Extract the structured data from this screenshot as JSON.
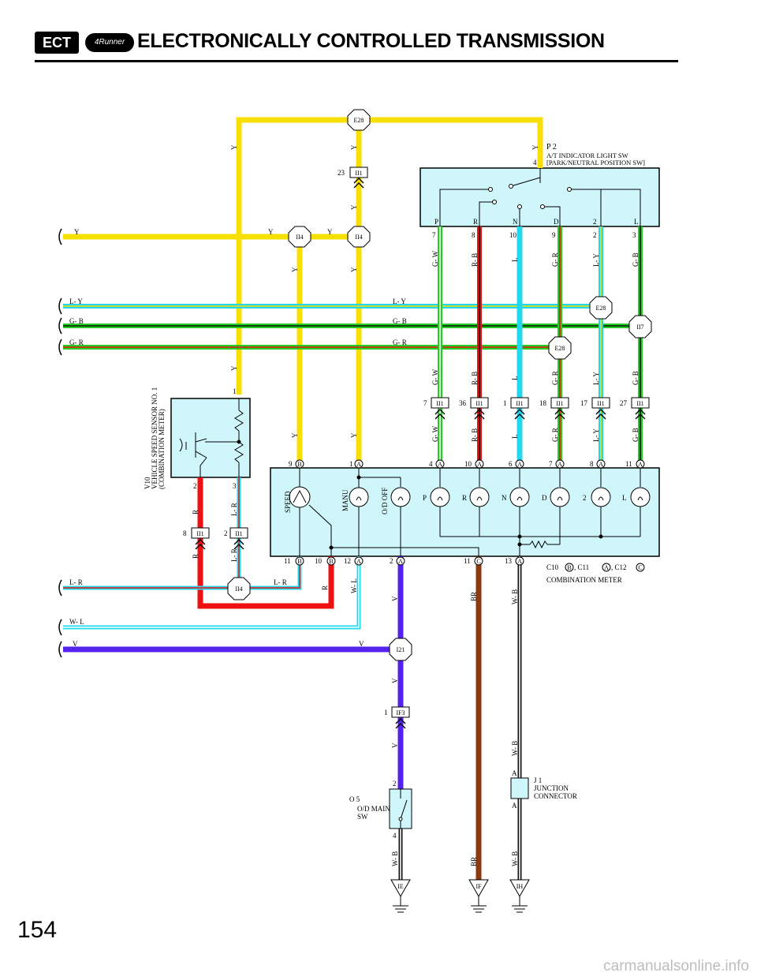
{
  "header": {
    "badge_ect": "ECT",
    "badge_model": "4Runner",
    "title": "ELECTRONICALLY CONTROLLED TRANSMISSION"
  },
  "page_number": "154",
  "watermark": "carmanualsonline.info",
  "colors": {
    "Y": "#f7e000",
    "G": "#22cc22",
    "L": "#22d8ee",
    "R": "#ee1111",
    "V": "#5522ee",
    "BR": "#8b3a0f",
    "W": "#ffffff",
    "B": "#111111",
    "panel": "#cff6fb"
  },
  "connectors": {
    "E28": "E28",
    "II1": "II1",
    "II4": "II4",
    "II7": "II7",
    "I21": "I21",
    "IF3": "IF3",
    "IE": "IE",
    "IF": "IF",
    "IH": "IH",
    "A": "A",
    "B": "B",
    "C": "C"
  },
  "wire_labels": {
    "Y": "Y",
    "LY": "L- Y",
    "GB": "G- B",
    "GR": "G- R",
    "GW": "G- W",
    "RB": "R- B",
    "L": "L",
    "LR": "L- R",
    "R": "R",
    "WL": "W- L",
    "V": "V",
    "BR": "BR",
    "WB": "W- B"
  },
  "components": {
    "p2": {
      "code": "P 2",
      "name": "A/T INDICATOR LIGHT SW",
      "sub": "[PARK/NEUTRAL POSITION SW]",
      "pin_top": "4",
      "positions": [
        "P",
        "R",
        "N",
        "D",
        "2",
        "L"
      ],
      "pins": [
        "7",
        "8",
        "10",
        "9",
        "2",
        "3"
      ]
    },
    "v10": {
      "code": "V10",
      "name": "VEHICLE SPEED SENSOR NO. 1",
      "sub": "(COMBINATION METER)",
      "pin1": "1",
      "pin2": "2",
      "pin3": "3"
    },
    "meter": {
      "codes": [
        "C10",
        "C11",
        "C12"
      ],
      "name": "COMBINATION METER",
      "speed": "SPEED",
      "manu": "MANU",
      "od": "O/D OFF",
      "letters": [
        "P",
        "R",
        "N",
        "D",
        "2",
        "L"
      ],
      "top_pins": [
        "9",
        "1",
        "4",
        "10",
        "6",
        "7",
        "8",
        "11"
      ],
      "bot_pins": [
        "11",
        "10",
        "12",
        "2",
        "11",
        "13"
      ]
    },
    "o5": {
      "code": "O 5",
      "name": "O/D MAIN",
      "sub": "SW",
      "pin_top": "2",
      "pin_bot": "4"
    },
    "j1": {
      "code": "J 1",
      "name": "JUNCTION",
      "sub": "CONNECTOR",
      "pin": "A"
    }
  },
  "pin_numbers": {
    "ii1_top": "23",
    "ii1_row": [
      "7",
      "36",
      "1",
      "18",
      "17",
      "27"
    ],
    "r_left": "8",
    "lr_left": "2",
    "if3": "1",
    "c10_sep": ",",
    "c11_sep": ", C11",
    "c12_sep": ", C12"
  }
}
